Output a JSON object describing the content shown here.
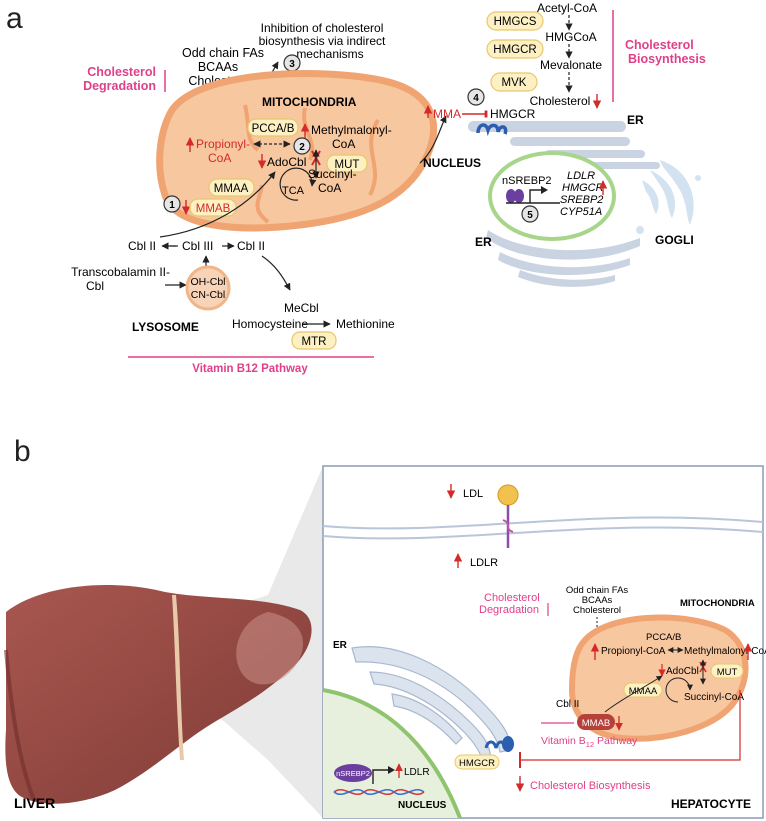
{
  "panel_a": {
    "label": "a",
    "odd_chain": [
      "Odd chain FAs",
      "BCAAs",
      "Cholesterol"
    ],
    "inhibition": [
      "Inhibition of cholesterol",
      "biosynthesis via indirect",
      "mechanisms"
    ],
    "cholesterol_degradation": [
      "Cholesterol",
      "Degradation"
    ],
    "mitochondria": "MITOCHONDRIA",
    "propionyl": [
      "Propionyl-",
      "CoA"
    ],
    "pcca": "PCCA/B",
    "methylmalonyl": [
      "Methylmalonyl-",
      "CoA"
    ],
    "adocbl": "AdoCbl",
    "mut": "MUT",
    "tca": "TCA",
    "succinyl": [
      "Succinyl-",
      "CoA"
    ],
    "mmaa": "MMAA",
    "mmab": "MMAB",
    "steps": [
      "1",
      "2",
      "3",
      "4",
      "5"
    ],
    "cbl_ii_left": "Cbl II",
    "cbl_iii": "Cbl III",
    "cbl_ii_right": "Cbl II",
    "transcobalamin": [
      "Transcobalamin II-",
      "Cbl"
    ],
    "oh_cbl": "OH-Cbl",
    "cn_cbl": "CN-Cbl",
    "mecbl": "MeCbl",
    "homocysteine": "Homocysteine",
    "methionine": "Methionine",
    "mtr": "MTR",
    "lysosome": "LYSOSOME",
    "vitamin_pathway": "Vitamin B12 Pathway",
    "mma": "MMA",
    "hmgcr_target": "HMGCR",
    "nucleus": "NUCLEUS",
    "er_top": "ER",
    "er_bottom": "ER",
    "golgi": "GOGLI",
    "nsrebp2": "nSREBP2",
    "genes": [
      "LDLR",
      "HMGCR",
      "SREBP2",
      "CYP51A"
    ],
    "biosynthesis_enzymes": [
      "HMGCS",
      "HMGCR",
      "MVK"
    ],
    "biosynthesis_chain": [
      "Acetyl-CoA",
      "HMGCoA",
      "Mevalonate",
      "Cholesterol"
    ],
    "cholesterol_biosynthesis": [
      "Cholesterol",
      "Biosynthesis"
    ]
  },
  "panel_b": {
    "label": "b",
    "liver": "LIVER",
    "hepatocyte": "HEPATOCYTE",
    "ldl": "LDL",
    "ldlr": "LDLR",
    "cholesterol_degradation": [
      "Cholesterol",
      "Degradation"
    ],
    "odd_chain": [
      "Odd chain FAs",
      "BCAAs",
      "Cholesterol"
    ],
    "mitochondria": "MITOCHONDRIA",
    "pcca": "PCCA/B",
    "propionyl": "Propionyl-CoA",
    "methylmalonyl": "Methylmalonyl-CoA",
    "adocbl": "AdoCbl",
    "mut": "MUT",
    "mmaa": "MMAA",
    "succinyl": "Succinyl-CoA",
    "cbl_ii": "Cbl II",
    "mmab": "MMAB",
    "vitamin_pathway_pre": "Vitamin B",
    "vitamin_pathway_sub": "12",
    "vitamin_pathway_post": " Pathway",
    "er": "ER",
    "hmgcr": "HMGCR",
    "nsrebp2": "nSREBP2",
    "ldlr_gene": "LDLR",
    "nucleus": "NUCLEUS",
    "cholesterol_biosynthesis": "Cholesterol Biosynthesis"
  },
  "colors": {
    "mito_fill": "#f7c7a0",
    "mito_stroke": "#f0a472",
    "pink": "#e0408a",
    "red": "#d42a2a",
    "enzyme_fill": "#fdf1c4",
    "enzyme_stroke": "#e9c76a",
    "er": "#c9d3e2",
    "nucleus": "#9fd17a",
    "liver": "#9a4e47"
  }
}
